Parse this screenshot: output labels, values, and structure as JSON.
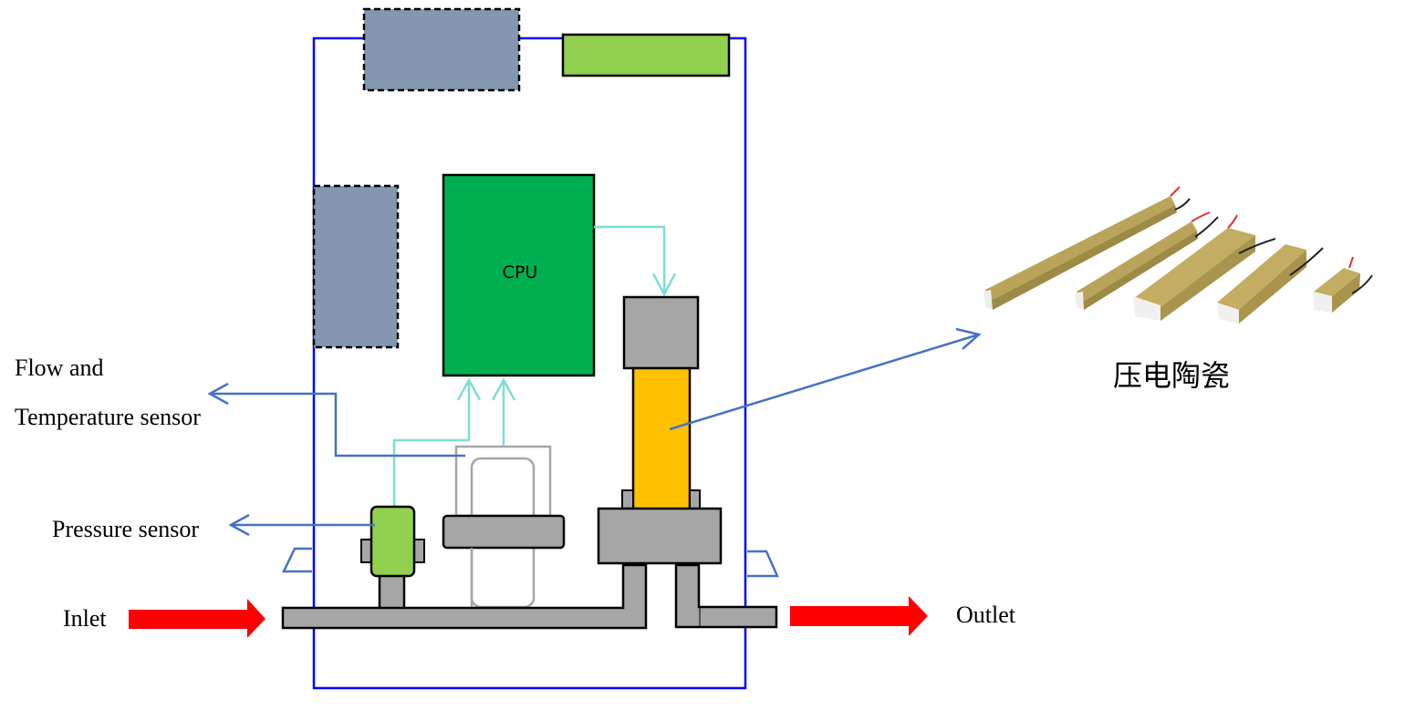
{
  "diagram": {
    "title": "",
    "labels": {
      "cpu": "CPU",
      "flow_sensor_line1": "Flow and",
      "flow_sensor_line2": "Temperature sensor",
      "pressure_sensor": "Pressure sensor",
      "inlet": "Inlet",
      "outlet": "Outlet",
      "piezo_ceramic": "压电陶瓷"
    },
    "colors": {
      "enclosure": "#0000ff",
      "callout": "#4472c4",
      "signal": "#7fdcd6",
      "flow_arrow": "#ff0000",
      "cpu": "#00b050",
      "module": "#8497b0",
      "display": "#92d050",
      "pressure_sensor": "#92d050",
      "piezo": "#ffc000",
      "body": "#a6a6a6"
    },
    "components": [
      {
        "id": "module-top",
        "kind": "module",
        "style": "dashed"
      },
      {
        "id": "display",
        "kind": "display"
      },
      {
        "id": "module-left",
        "kind": "module",
        "style": "dashed"
      },
      {
        "id": "cpu",
        "kind": "processor"
      },
      {
        "id": "valve-actuator",
        "kind": "actuator"
      },
      {
        "id": "piezo-stack",
        "kind": "piezo"
      },
      {
        "id": "pressure-sensor",
        "kind": "sensor"
      },
      {
        "id": "flow-temperature-sensor",
        "kind": "sensor"
      },
      {
        "id": "flow-channel",
        "kind": "pipe"
      }
    ],
    "photo": {
      "subject": "piezo ceramic stacks",
      "count": 5
    }
  }
}
